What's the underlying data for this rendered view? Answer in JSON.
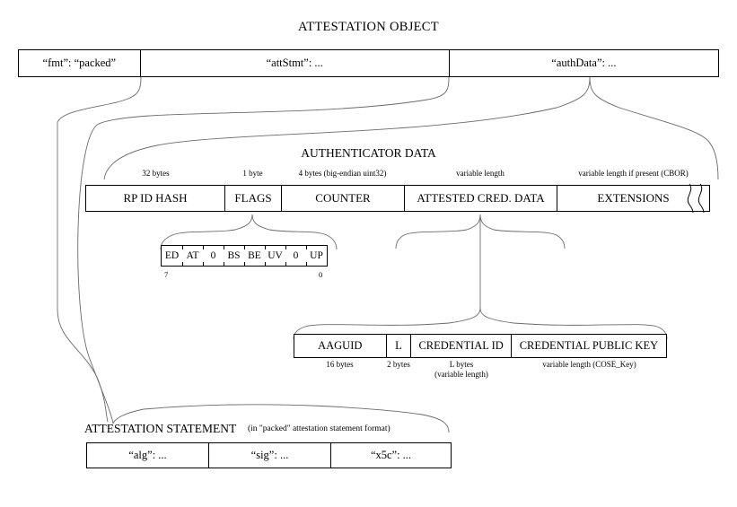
{
  "title": "ATTESTATION OBJECT",
  "attestation_object": {
    "fields": [
      {
        "label": "“fmt”: “packed”"
      },
      {
        "label": "“attStmt”: ..."
      },
      {
        "label": "“authData”: ..."
      }
    ]
  },
  "authenticator_data": {
    "title": "AUTHENTICATOR DATA",
    "fields": [
      {
        "label": "RP ID HASH",
        "size": "32 bytes"
      },
      {
        "label": "FLAGS",
        "size": "1 byte"
      },
      {
        "label": "COUNTER",
        "size": "4 bytes (big-endian uint32)"
      },
      {
        "label": "ATTESTED CRED. DATA",
        "size": "variable length"
      },
      {
        "label": "EXTENSIONS",
        "size": "variable length if present (CBOR)"
      }
    ]
  },
  "flags_byte": {
    "bits": [
      "ED",
      "AT",
      "0",
      "BS",
      "BE",
      "UV",
      "0",
      "UP"
    ],
    "msb_index": "7",
    "lsb_index": "0"
  },
  "attested_credential_data": {
    "fields": [
      {
        "label": "AAGUID",
        "size": "16 bytes"
      },
      {
        "label": "L",
        "size": "2 bytes"
      },
      {
        "label": "CREDENTIAL ID",
        "size": "L bytes",
        "size2": "(variable length)"
      },
      {
        "label": "CREDENTIAL PUBLIC KEY",
        "size": "variable length (COSE_Key)"
      }
    ]
  },
  "attestation_statement": {
    "title": "ATTESTATION STATEMENT",
    "note": "(in \"packed\" attestation statement format)",
    "fields": [
      {
        "label": "“alg”: ..."
      },
      {
        "label": "“sig”: ..."
      },
      {
        "label": "“x5c”: ..."
      }
    ]
  },
  "colors": {
    "background": "#ffffff",
    "stroke": "#000000",
    "connector": "#6a6a6a"
  }
}
